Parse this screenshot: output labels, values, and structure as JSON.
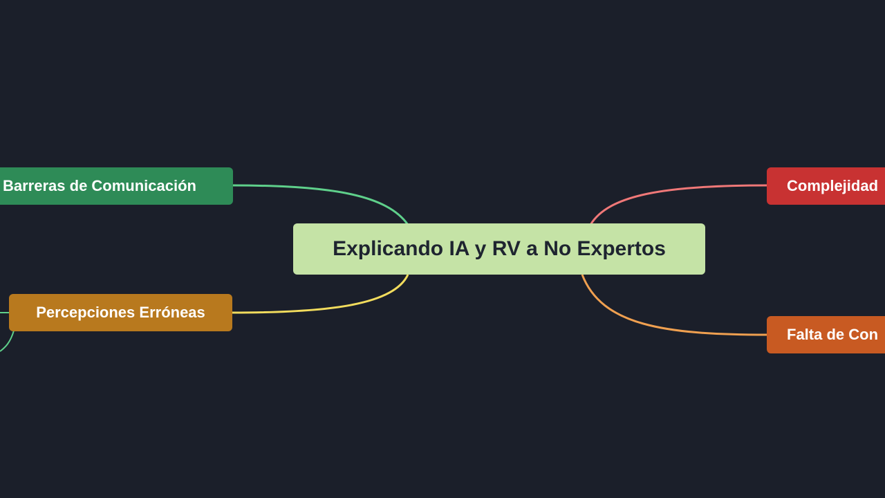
{
  "mind_map": {
    "central_topic": "Explicando IA y RV a No Expertos",
    "branches": [
      {
        "id": "barreras",
        "label": "Barreras de Comunicación",
        "color": "#2e8b57",
        "link_color": "#5fd08b",
        "side": "left"
      },
      {
        "id": "percepciones",
        "label": "Percepciones Erróneas",
        "color": "#b8791e",
        "link_color": "#f2dc5d",
        "side": "left"
      },
      {
        "id": "complejidad",
        "label": "Complejidad",
        "color": "#c83232",
        "link_color": "#f07878",
        "side": "right"
      },
      {
        "id": "falta",
        "label": "Falta de Con",
        "color": "#c85a22",
        "link_color": "#f0a050",
        "side": "right"
      }
    ],
    "central_color": "#c5e3a6",
    "background_color": "#1b1f2a"
  }
}
